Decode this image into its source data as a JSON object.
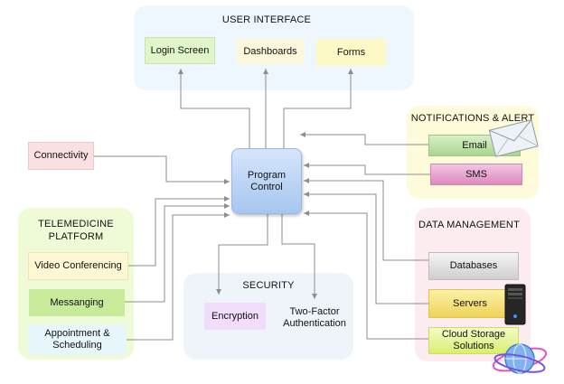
{
  "groups": {
    "ui": {
      "title": "USER INTERFACE",
      "items": [
        "Login Screen",
        "Dashboards",
        "Forms"
      ]
    },
    "notifications": {
      "title": "NOTIFICATIONS & ALERT",
      "items": [
        "Email",
        "SMS"
      ]
    },
    "telemedicine": {
      "title": "TELEMEDICINE PLATFORM",
      "items": [
        "Video Conferencing",
        "Messanging",
        "Appointment & Scheduling"
      ]
    },
    "security": {
      "title": "SECURITY",
      "items": [
        "Encryption",
        "Two-Factor Authentication"
      ]
    },
    "data": {
      "title": "DATA MANAGEMENT",
      "items": [
        "Databases",
        "Servers",
        "Cloud Storage Solutions"
      ]
    }
  },
  "connectivity": "Connectivity",
  "program_control": "Program Control",
  "colors": {
    "ui_bg": "#eef7fd",
    "notif_bg": "#fdfbd9",
    "tele_bg": "#eefbd6",
    "sec_bg": "#eef4f9",
    "data_bg": "#fcecf0",
    "line": "#8e8e8e"
  },
  "icons": [
    "envelope-icon",
    "server-tower-icon",
    "cloud-globe-icon"
  ]
}
